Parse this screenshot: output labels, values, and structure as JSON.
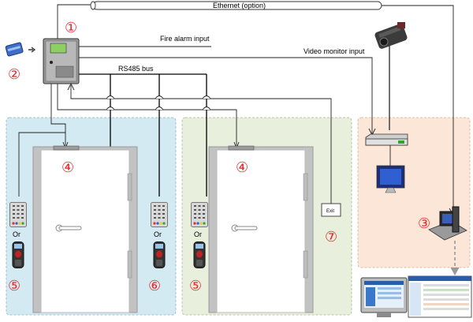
{
  "labels": {
    "ethernet": "Ethernet (option)",
    "fire_alarm": "Fire alarm input",
    "video_monitor": "Video monitor input",
    "rs485": "RS485 bus",
    "exit_button": "Exit",
    "or_label": "Or"
  },
  "markers": {
    "m1": "①",
    "m2": "②",
    "m3": "③",
    "m4a": "④",
    "m4b": "④",
    "m5a": "⑤",
    "m5b": "⑤",
    "m6": "⑥",
    "m7": "⑦"
  },
  "icons": {
    "card": "id-card-icon",
    "controller": "access-controller-icon",
    "camera": "security-camera-icon",
    "dvr": "video-recorder-icon",
    "monitor": "monitor-icon",
    "computer": "computer-icon",
    "keypad": "keypad-reader-icon",
    "fingerprint": "fingerprint-reader-icon",
    "door": "door-icon",
    "lock": "magnetic-lock-icon"
  },
  "colors": {
    "marker": "#e8262a",
    "zone_blue": "#d4eaf2",
    "zone_green": "#e8efdc",
    "zone_orange": "#fbe6d7"
  }
}
